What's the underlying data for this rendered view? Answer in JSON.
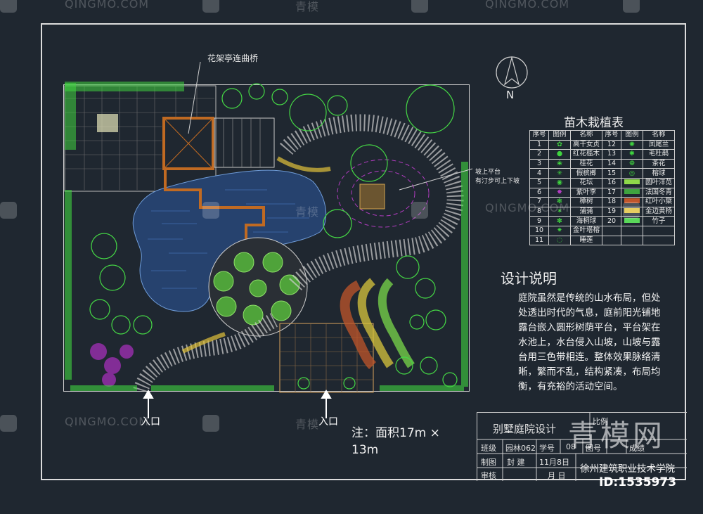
{
  "plan_labels": {
    "bridge_callout": "花架亭连曲桥",
    "platform_callout_1": "坡上平台",
    "platform_callout_2": "有汀步可上下坡",
    "north": "N",
    "entrance_left": "入口",
    "entrance_center": "入口"
  },
  "plant_table": {
    "title": "苗木栽植表",
    "headers": [
      "序号",
      "图例",
      "名称",
      "序号",
      "图例",
      "名称"
    ],
    "rows": [
      [
        "1",
        "",
        "高干女贞",
        "12",
        "",
        "凤尾兰"
      ],
      [
        "2",
        "",
        "红花槛木",
        "13",
        "",
        "毛杜鹃"
      ],
      [
        "3",
        "",
        "桂花",
        "14",
        "",
        "茶花"
      ],
      [
        "4",
        "",
        "假槟榔",
        "15",
        "",
        "榕球"
      ],
      [
        "5",
        "",
        "花坛",
        "16",
        "",
        "圆叶洋苋"
      ],
      [
        "6",
        "",
        "紫叶李",
        "17",
        "",
        "法国冬青"
      ],
      [
        "7",
        "",
        "樟树",
        "18",
        "",
        "红叶小檗"
      ],
      [
        "8",
        "",
        "蒲蒲",
        "19",
        "",
        "金边黄杨"
      ],
      [
        "9",
        "",
        "海桐球",
        "20",
        "",
        "竹子"
      ],
      [
        "10",
        "",
        "金叶塔榕",
        "",
        "",
        ""
      ],
      [
        "11",
        "",
        "睡莲",
        "",
        "",
        ""
      ]
    ]
  },
  "design_notes": {
    "title": "设计说明",
    "body": "庭院虽然是传统的山水布局，但处处透出时代的气息，庭前阳光铺地露台嵌入圆形树荫平台，平台架在水池上，水台侵入山坡，山坡与露台用三色带相连。整体效果脉络清晰，繁而不乱，结构紧凑，布局均衡，有充裕的活动空间。"
  },
  "note": "注：面积17m × 13m",
  "title_block": {
    "drawing_title": "别墅庭院设计",
    "scale_label": "比例",
    "class_label": "班级",
    "class_value": "园林062",
    "student_no_label": "学号",
    "student_no_value": "08",
    "fig_no_label": "图号",
    "grade_label": "成绩",
    "drafter_label": "制图",
    "drafter_value": "封 建",
    "date_value": "11月8日",
    "reviewer_label": "审核",
    "date_blank": "月 日",
    "school": "徐州建筑职业技术学院"
  },
  "watermark": {
    "brand_latin": "QINGMO.COM",
    "brand_cn": "青模",
    "big_logo": "青模网",
    "id": "ID:1535973"
  },
  "colors": {
    "background": "#1f2730",
    "line": "#d8d8d8",
    "water": "#2f5ea8",
    "wood": "#b8651f",
    "plant_green": "#3fd43f",
    "purple": "#9b2fb0",
    "orange": "#d98a2a"
  }
}
